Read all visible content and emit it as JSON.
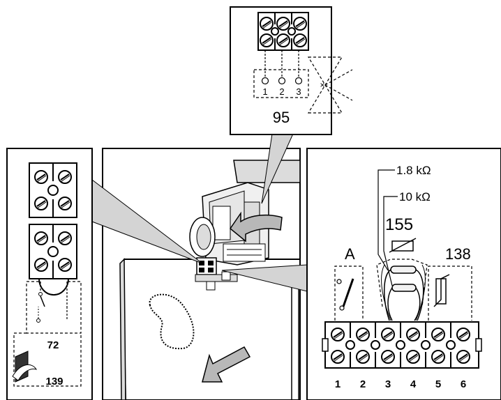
{
  "top_inset": {
    "terminal_numbers": [
      "1",
      "2",
      "3"
    ],
    "ref": "95"
  },
  "left_inset": {
    "ref_switch": "72",
    "ref_sensor": "139"
  },
  "right_inset": {
    "resistor_1": "1.8 kΩ",
    "resistor_2": "10 kΩ",
    "ref_resistors": "155",
    "ref_a": "A",
    "ref_thermistor": "138",
    "terminal_numbers": [
      "1",
      "2",
      "3",
      "4",
      "5",
      "6"
    ]
  },
  "colors": {
    "line": "#000000",
    "fill_gray": "#dcdcdc",
    "fill_light": "#f2f2f2"
  }
}
